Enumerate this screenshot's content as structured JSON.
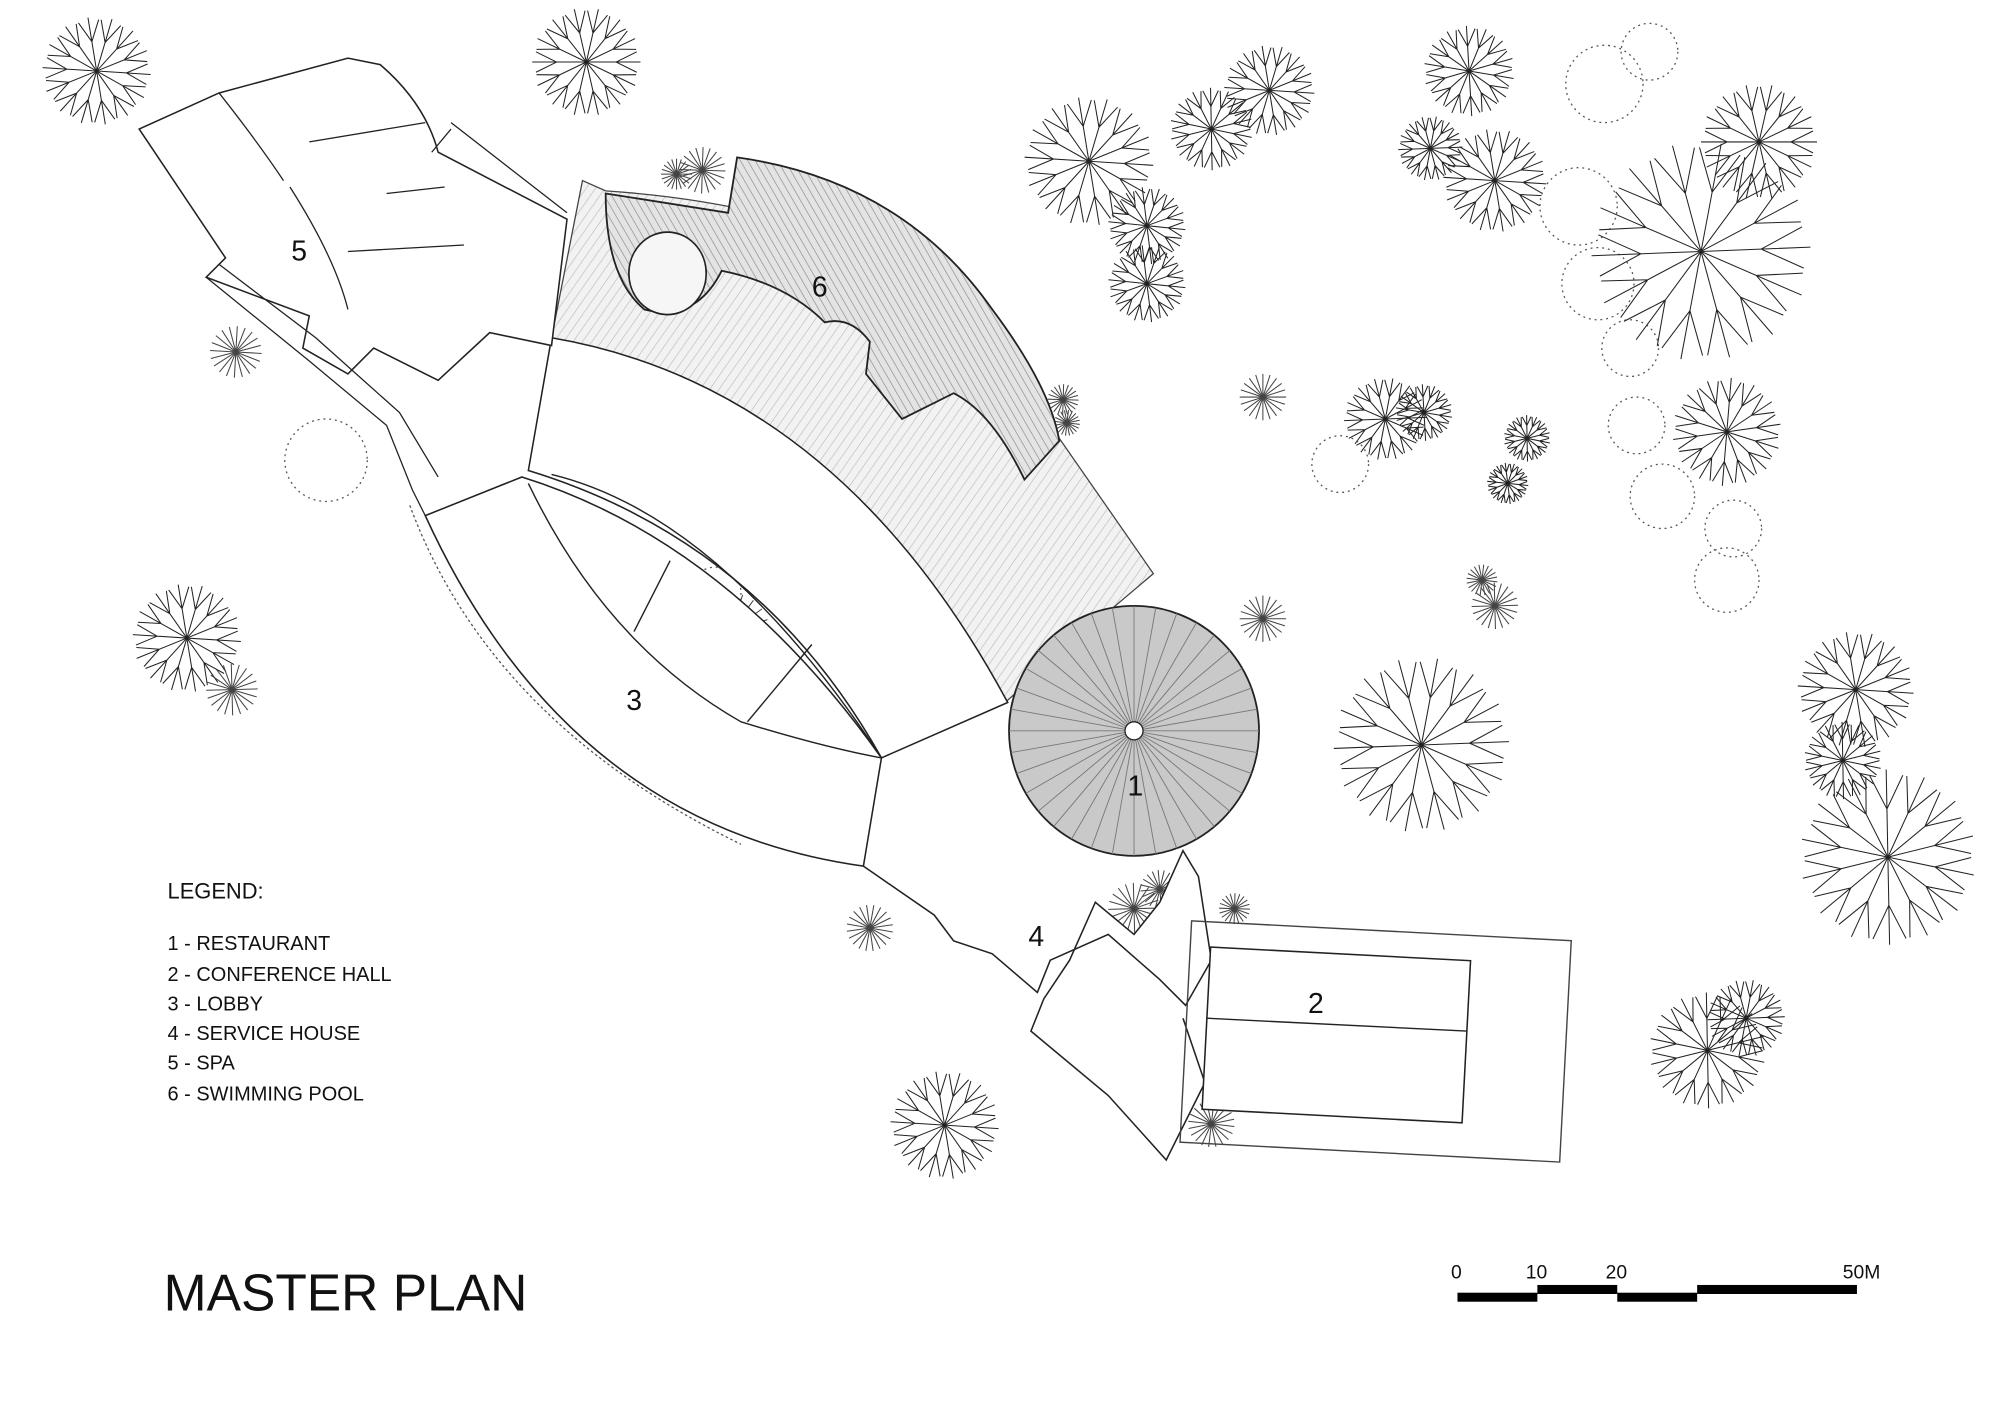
{
  "title": "MASTER PLAN",
  "legend": {
    "heading": "LEGEND:",
    "items": [
      "1 - RESTAURANT",
      "2 - CONFERENCE HALL",
      "3 - LOBBY",
      "4 - SERVICE HOUSE",
      "5 - SPA",
      "6 - SWIMMING POOL"
    ]
  },
  "labels": {
    "restaurant": "1",
    "conference": "2",
    "lobby": "3",
    "service": "4",
    "spa": "5",
    "pool": "6"
  },
  "scale_bar": {
    "ticks": [
      "0",
      "10",
      "20",
      "50M"
    ]
  }
}
